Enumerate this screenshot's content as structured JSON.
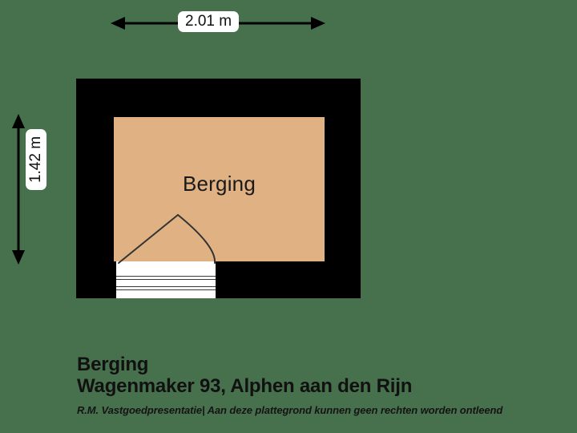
{
  "background_color": "#47704d",
  "floorplan": {
    "wall_color": "#000000",
    "floor_color": "#e0b183",
    "room": {
      "label": "Berging"
    },
    "door": {
      "name": "door-opening",
      "fill_color": "#ffffff",
      "swing_color": "#333333"
    }
  },
  "dimensions": {
    "width": {
      "value": "2.01 m",
      "orientation": "horizontal"
    },
    "height": {
      "value": "1.42 m",
      "orientation": "vertical"
    }
  },
  "caption": {
    "title": "Berging",
    "subtitle": "Wagenmaker 93, Alphen aan den Rijn",
    "disclaimer": "R.M. Vastgoedpresentatie| Aan deze plattegrond kunnen geen rechten worden ontleend"
  }
}
